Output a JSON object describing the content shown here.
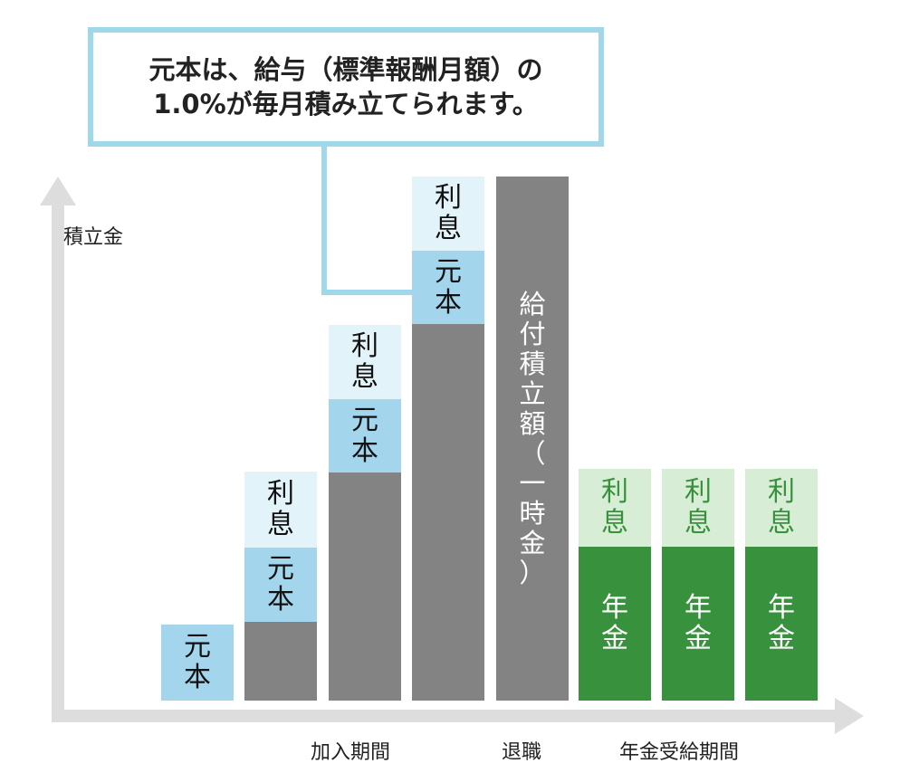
{
  "callout": {
    "line1": "元本は、給与（標準報酬月額）の",
    "line2": "1.0%が毎月積み立てられます。"
  },
  "axis": {
    "y_label": "積立金",
    "x_label_join": "加入期間",
    "x_label_retire": "退職",
    "x_label_pension": "年金受給期間"
  },
  "segments": {
    "principal": [
      "元",
      "本"
    ],
    "interest": [
      "利",
      "息"
    ],
    "pension": [
      "年",
      "金"
    ],
    "lump_sum": [
      "給",
      "付",
      "積",
      "立",
      "額",
      "（",
      "一",
      "時",
      "金",
      "）"
    ]
  },
  "colors": {
    "principal": "#a3d6ec",
    "interest": "#e3f3fa",
    "accumulated": "#838383",
    "pension_interest": "#d7edd5",
    "pension": "#38923d",
    "callout_border": "#9fd7eb",
    "axis": "#dddddd"
  }
}
